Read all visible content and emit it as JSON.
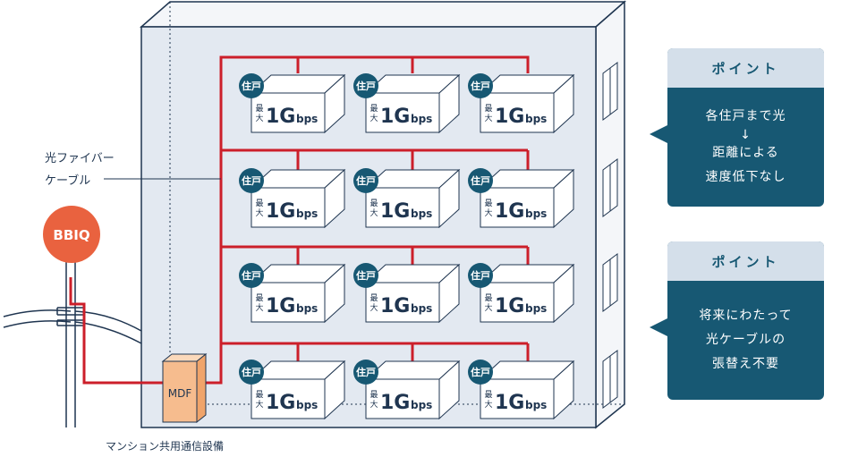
{
  "diagram": {
    "fiber_label_line1": "光ファイバー",
    "fiber_label_line2": "ケーブル",
    "isp_label": "BBIQ",
    "mdf_label": "MDF",
    "equipment_label": "マンション共用通信設備",
    "units": [
      {
        "badge": "住戸",
        "max_top": "最",
        "max_bottom": "大",
        "speed": "1G",
        "unit": "bps"
      },
      {
        "badge": "住戸",
        "max_top": "最",
        "max_bottom": "大",
        "speed": "1G",
        "unit": "bps"
      },
      {
        "badge": "住戸",
        "max_top": "最",
        "max_bottom": "大",
        "speed": "1G",
        "unit": "bps"
      },
      {
        "badge": "住戸",
        "max_top": "最",
        "max_bottom": "大",
        "speed": "1G",
        "unit": "bps"
      },
      {
        "badge": "住戸",
        "max_top": "最",
        "max_bottom": "大",
        "speed": "1G",
        "unit": "bps"
      },
      {
        "badge": "住戸",
        "max_top": "最",
        "max_bottom": "大",
        "speed": "1G",
        "unit": "bps"
      },
      {
        "badge": "住戸",
        "max_top": "最",
        "max_bottom": "大",
        "speed": "1G",
        "unit": "bps"
      },
      {
        "badge": "住戸",
        "max_top": "最",
        "max_bottom": "大",
        "speed": "1G",
        "unit": "bps"
      },
      {
        "badge": "住戸",
        "max_top": "最",
        "max_bottom": "大",
        "speed": "1G",
        "unit": "bps"
      },
      {
        "badge": "住戸",
        "max_top": "最",
        "max_bottom": "大",
        "speed": "1G",
        "unit": "bps"
      },
      {
        "badge": "住戸",
        "max_top": "最",
        "max_bottom": "大",
        "speed": "1G",
        "unit": "bps"
      },
      {
        "badge": "住戸",
        "max_top": "最",
        "max_bottom": "大",
        "speed": "1G",
        "unit": "bps"
      }
    ]
  },
  "points": [
    {
      "title": "ポイント",
      "lines": [
        "各住戸まで光",
        "↓",
        "距離による",
        "速度低下なし"
      ]
    },
    {
      "title": "ポイント",
      "lines": [
        "将来にわたって",
        "光ケーブルの",
        "張替え不要"
      ]
    }
  ],
  "colors": {
    "building_front": "#e3e9f1",
    "building_side": "#f4f6f9",
    "outline": "#1f3550",
    "fiber": "#cc1f2a",
    "badge": "#175873",
    "isp": "#e9623f",
    "mdf": "#f6bc8e",
    "point_header": "#d4dfea",
    "point_body": "#175873"
  }
}
